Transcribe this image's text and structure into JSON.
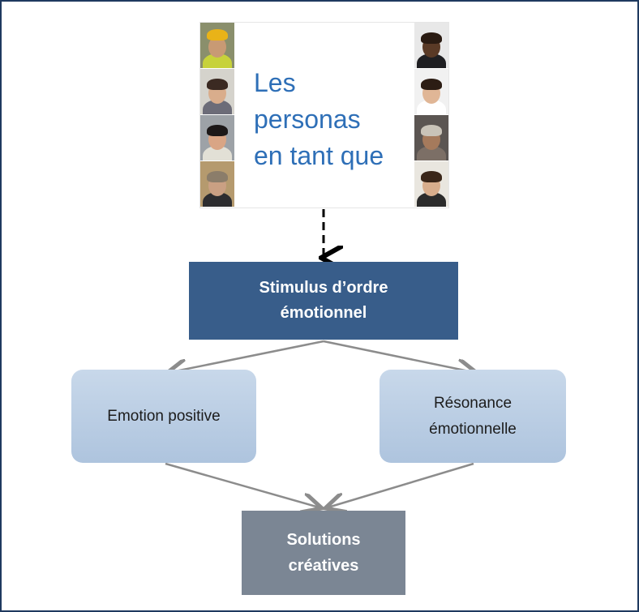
{
  "persona_card": {
    "title_lines": [
      "Les",
      "personas",
      "en tant que"
    ],
    "left_photos": [
      "worker-hardhat-photo",
      "woman-smiling-photo",
      "woman-dark-hair-photo",
      "older-man-photo"
    ],
    "right_photos": [
      "man-smiling-photo",
      "young-woman-photo",
      "older-man-turban-photo",
      "woman-glasses-photo"
    ]
  },
  "stimulus": {
    "line1": "Stimulus d’ordre",
    "line2": "émotionnel"
  },
  "emotion_positive": {
    "label": "Emotion positive"
  },
  "resonance": {
    "line1": "Résonance",
    "line2": "émotionnelle"
  },
  "solutions": {
    "line1": "Solutions",
    "line2": "créatives"
  },
  "colors": {
    "frame": "#1f3a5f",
    "title_blue": "#2e6fb7",
    "stimulus_fill": "#385d8a",
    "rounded_fill": "#b9cde4",
    "solutions_fill": "#7b8694",
    "connector": "#8c8c8c"
  }
}
